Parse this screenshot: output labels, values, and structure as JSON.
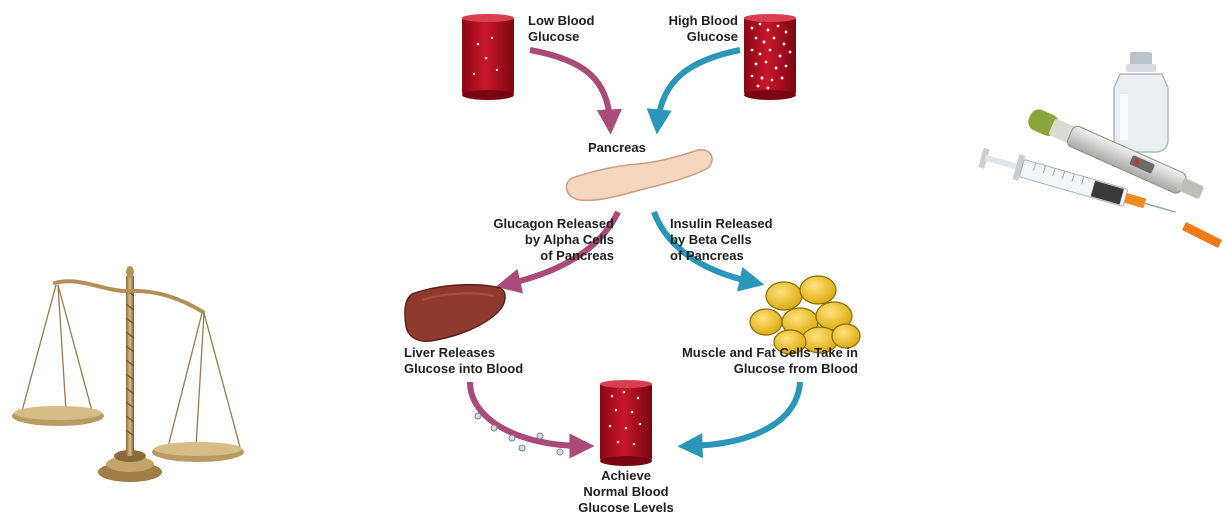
{
  "labels": {
    "low_blood_glucose": "Low Blood\nGlucose",
    "high_blood_glucose": "High Blood\nGlucose",
    "pancreas": "Pancreas",
    "glucagon_released": "Glucagon Released\nby Alpha Cells\nof Pancreas",
    "insulin_released": "Insulin Released\nby Beta Cells\nof Pancreas",
    "liver_releases": "Liver Releases\nGlucose into Blood",
    "muscle_fat": "Muscle and Fat Cells Take in\nGlucose from Blood",
    "achieve": "Achieve\nNormal Blood\nGlucose Levels"
  },
  "colors": {
    "glucagon_arrow": "#a94a7a",
    "insulin_arrow": "#2a96b8",
    "blood_tube": "#b00e22",
    "pancreas": "#f6d6bf",
    "liver": "#8e3b2e",
    "fat_cells": "#f0c419"
  },
  "icons": [
    "balance-scale-icon",
    "insulin-pen-icon",
    "syringe-icon",
    "vial-icon"
  ]
}
